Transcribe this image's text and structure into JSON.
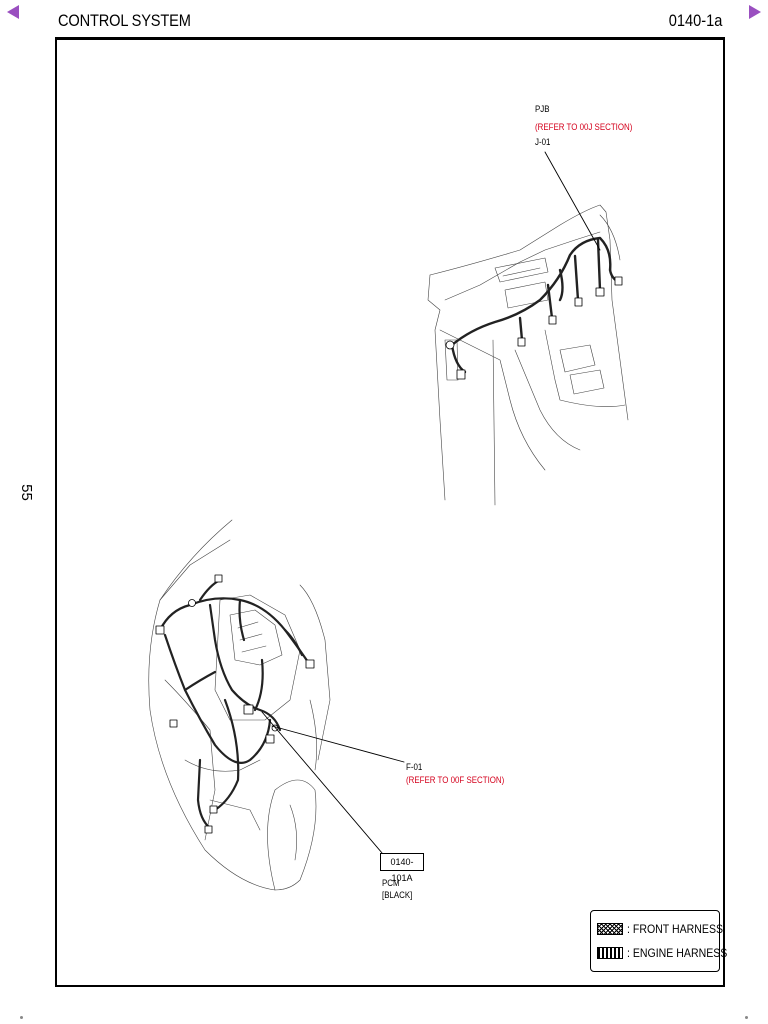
{
  "header": {
    "title": "CONTROL SYSTEM",
    "code": "0140-1a"
  },
  "side": {
    "page_number": "55"
  },
  "icons": {
    "prev": "triangle-left-icon",
    "next": "triangle-right-icon",
    "nav_color": "#9a4fc0"
  },
  "callouts": {
    "pjb": {
      "name": "PJB",
      "reference": "(REFER TO 00J SECTION)",
      "connector": "J-01"
    },
    "f01": {
      "connector": "F-01",
      "reference": "(REFER TO 00F SECTION)"
    },
    "pcm": {
      "connector_code": "0140-101A",
      "name": "PCM",
      "color": "[BLACK]"
    }
  },
  "legend": {
    "front": ": FRONT HARNESS",
    "engine": ": ENGINE HARNESS"
  },
  "colors": {
    "reference_text": "#d4001c",
    "line": "#000000"
  }
}
